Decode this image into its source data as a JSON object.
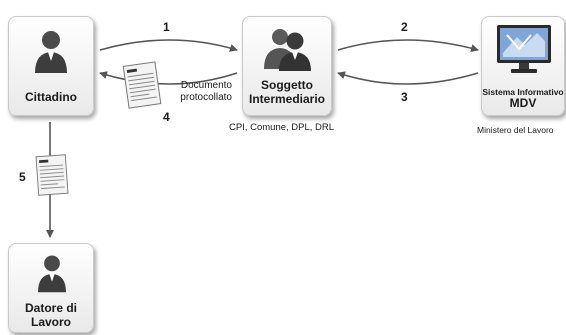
{
  "nodes": {
    "cittadino": {
      "label": "Cittadino"
    },
    "soggetto": {
      "label_line1": "Soggetto",
      "label_line2": "Intermediario"
    },
    "mdv": {
      "label_line1": "Sistema Informativo",
      "label_line2": "MDV"
    },
    "datore": {
      "label_line1": "Datore di",
      "label_line2": "Lavoro"
    }
  },
  "captions": {
    "soggetto": "CPI, Comune, DPL, DRL",
    "mdv": "Ministero del Lavoro"
  },
  "document_label": {
    "line1": "Documento",
    "line2": "protocollato"
  },
  "steps": [
    "1",
    "2",
    "3",
    "4",
    "5"
  ],
  "colors": {
    "arrow": "#555555",
    "person": "#444444",
    "screen": "#3a6fb0"
  }
}
